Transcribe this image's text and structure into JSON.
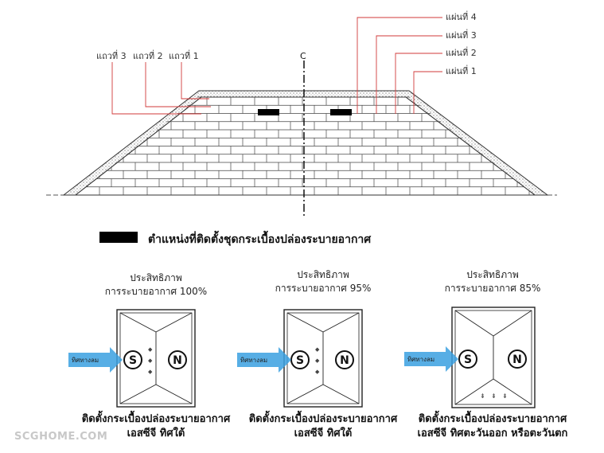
{
  "roof": {
    "centerline_label": "C",
    "row_labels": [
      "แถวที่ 3",
      "แถวที่ 2",
      "แถวที่ 1"
    ],
    "sheet_labels": [
      "แผ่นที่ 4",
      "แผ่นที่ 3",
      "แผ่นที่ 2",
      "แผ่นที่ 1"
    ]
  },
  "legend": {
    "text": "ตำแหน่งที่ติดตั้งชุดกระเบื้องปล่องระบายอากาศ",
    "swatch_color": "#000000"
  },
  "panels": [
    {
      "efficiency_title": "ประสิทธิภาพ",
      "efficiency_value": "การระบายอากาศ 100%",
      "wind_label": "ทิศทางลม",
      "south": "S",
      "north": "N",
      "caption_line1": "ติดตั้งกระเบื้องปล่องระบายอากาศ",
      "caption_line2": "เอสซีจี ทิศใต้"
    },
    {
      "efficiency_title": "ประสิทธิภาพ",
      "efficiency_value": "การระบายอากาศ 95%",
      "wind_label": "ทิศทางลม",
      "south": "S",
      "north": "N",
      "caption_line1": "ติดตั้งกระเบื้องปล่องระบายอากาศ",
      "caption_line2": "เอสซีจี ทิศใต้"
    },
    {
      "efficiency_title": "ประสิทธิภาพ",
      "efficiency_value": "การระบายอากาศ 85%",
      "wind_label": "ทิศทางลม",
      "south": "S",
      "north": "N",
      "caption_line1": "ติดตั้งกระเบื้องปล่องระบายอากาศ",
      "caption_line2": "เอสซีจี ทิศตะวันออก หรือตะวันตก"
    }
  ],
  "watermark": "SCGHOME.COM",
  "colors": {
    "leader_line": "#d23a3a",
    "wind_arrow": "#3aa0e0",
    "brick_line": "#333333"
  }
}
